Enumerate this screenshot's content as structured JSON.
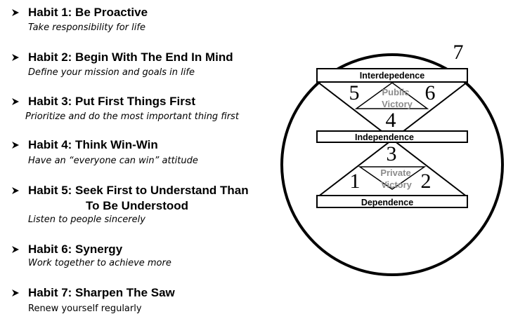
{
  "habits": [
    {
      "title": "Habit  1:  Be Proactive",
      "desc": "Take responsibility for life"
    },
    {
      "title": "Habit  2:  Begin With The End In Mind",
      "desc": "Define your mission and goals in life"
    },
    {
      "title": "Habit  3:  Put First Things First",
      "desc": "Prioritize and do the most important thing first"
    },
    {
      "title": "Habit  4:  Think Win-Win",
      "desc": "Have an “everyone can win” attitude"
    },
    {
      "title": "Habit  5:  Seek First to Understand Than",
      "title2": "To Be Understood",
      "desc": "Listen to people sincerely"
    },
    {
      "title": "Habit  6:  Synergy",
      "desc": "Work together to achieve more"
    },
    {
      "title": "Habit  7:  Sharpen The Saw",
      "desc": "Renew yourself regularly"
    }
  ],
  "diagram": {
    "interdependence": "Interdepedence",
    "independence": "Independence",
    "dependence": "Dependence",
    "public_victory_line1": "Public",
    "public_victory_line2": "Victory",
    "private_victory_line1": "Private",
    "private_victory_line2": "Victory",
    "n1": "1",
    "n2": "2",
    "n3": "3",
    "n4": "4",
    "n5": "5",
    "n6": "6",
    "n7": "7"
  }
}
